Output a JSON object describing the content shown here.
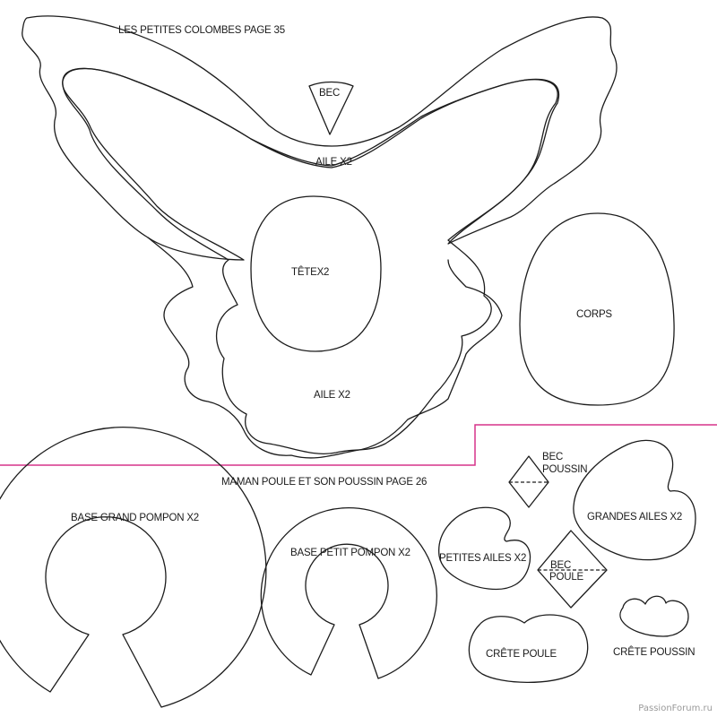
{
  "sections": {
    "doves_title": "LES PETITES COLOMBES PAGE 35",
    "hen_title": "MAMAN POULE ET SON POUSSIN PAGE 26"
  },
  "pieces": {
    "bec": "BEC",
    "aile_upper": "AILE X2",
    "tete": "TÊTEX2",
    "aile_lower": "AILE X2",
    "corps": "CORPS",
    "base_grand_pompon": "BASE GRAND POMPON X2",
    "base_petit_pompon": "BASE PETIT POMPON X2",
    "bec_poussin_line1": "BEC",
    "bec_poussin_line2": "POUSSIN",
    "grandes_ailes": "GRANDES AILES X2",
    "petites_ailes": "PETITES AILES X2",
    "bec_poule_line1": "BEC",
    "bec_poule_line2": "POULE",
    "crete_poule": "CRÊTE POULE",
    "crete_poussin": "CRÊTE POUSSIN"
  },
  "watermark": "PassionForum.ru",
  "colors": {
    "divider": "#d6338a",
    "outline": "#1c1c1c"
  }
}
